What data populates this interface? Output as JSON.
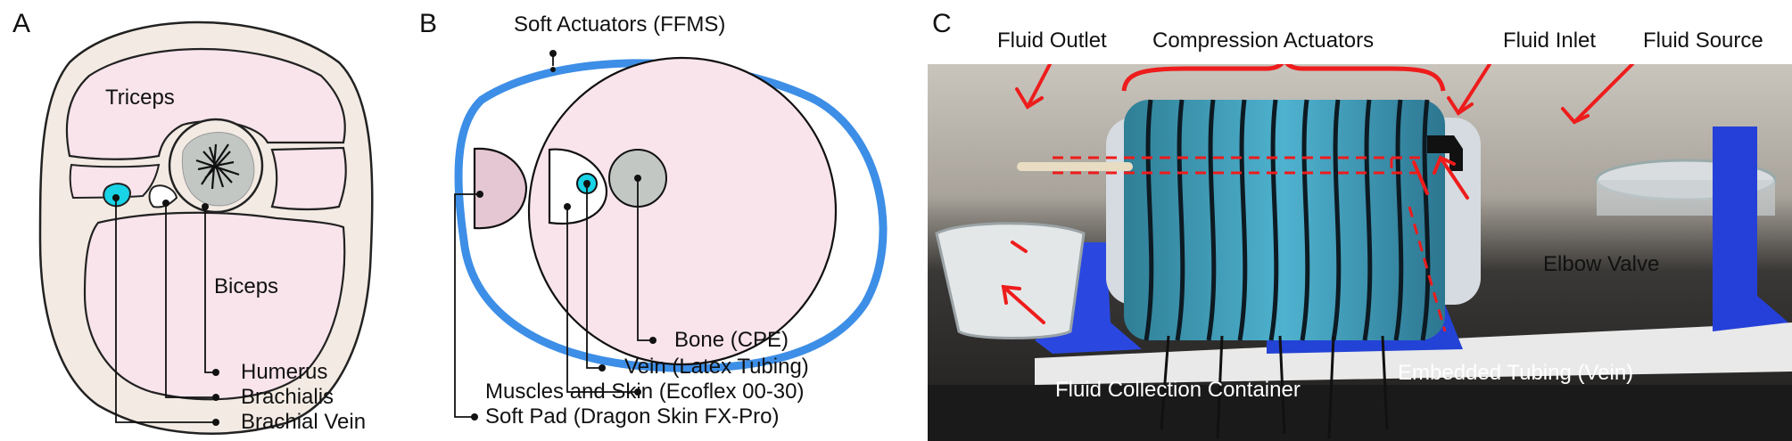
{
  "panels": {
    "A": {
      "letter": "A",
      "muscle_top": "Triceps",
      "muscle_bottom": "Biceps",
      "callouts": [
        "Humerus",
        "Brachialis",
        "Brachial Vein"
      ]
    },
    "B": {
      "letter": "B",
      "top_label": "Soft Actuators (FFMS)",
      "callouts": [
        "Bone (CPE)",
        "Vein (Latex Tubing)",
        "Muscles and Skin (Ecoflex 00-30)",
        "Soft Pad (Dragon Skin FX-Pro)"
      ]
    },
    "C": {
      "letter": "C",
      "top_labels": {
        "fluid_outlet": "Fluid Outlet",
        "compression_actuators": "Compression Actuators",
        "fluid_inlet": "Fluid Inlet",
        "fluid_source": "Fluid Source"
      },
      "inner_labels": {
        "elbow_valve": "Elbow Valve",
        "fluid_collection": "Fluid Collection Container",
        "embedded_tubing": "Embedded Tubing  (Vein)"
      }
    }
  },
  "colors": {
    "tissue_pink": "#f9e4ec",
    "skin_beige": "#f3ebe3",
    "vein_cyan": "#19d3e6",
    "actuator_blue": "#3d8ee6",
    "pad_mauve": "#e5c7d3",
    "bone_gray": "#c2c7c4",
    "arrow_red": "#ee1c1c"
  }
}
